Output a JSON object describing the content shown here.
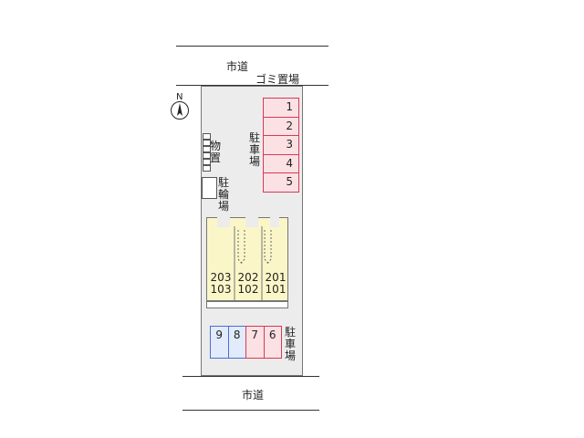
{
  "road_top_label": "市道",
  "garbage_label": "ゴミ置場",
  "north_label": "N",
  "parking_top": {
    "label": "駐車場",
    "slots": [
      "1",
      "2",
      "3",
      "4",
      "5"
    ]
  },
  "storage_label": "物置",
  "bicycle_label": "駐輪場",
  "units": [
    {
      "upper": "203",
      "lower": "103"
    },
    {
      "upper": "202",
      "lower": "102"
    },
    {
      "upper": "201",
      "lower": "101"
    }
  ],
  "parking_bottom": {
    "label": "駐車場",
    "slots": [
      {
        "num": "9",
        "color": "blue"
      },
      {
        "num": "8",
        "color": "blue"
      },
      {
        "num": "7",
        "color": "pink"
      },
      {
        "num": "6",
        "color": "pink"
      }
    ]
  },
  "road_bottom_label": "市道"
}
